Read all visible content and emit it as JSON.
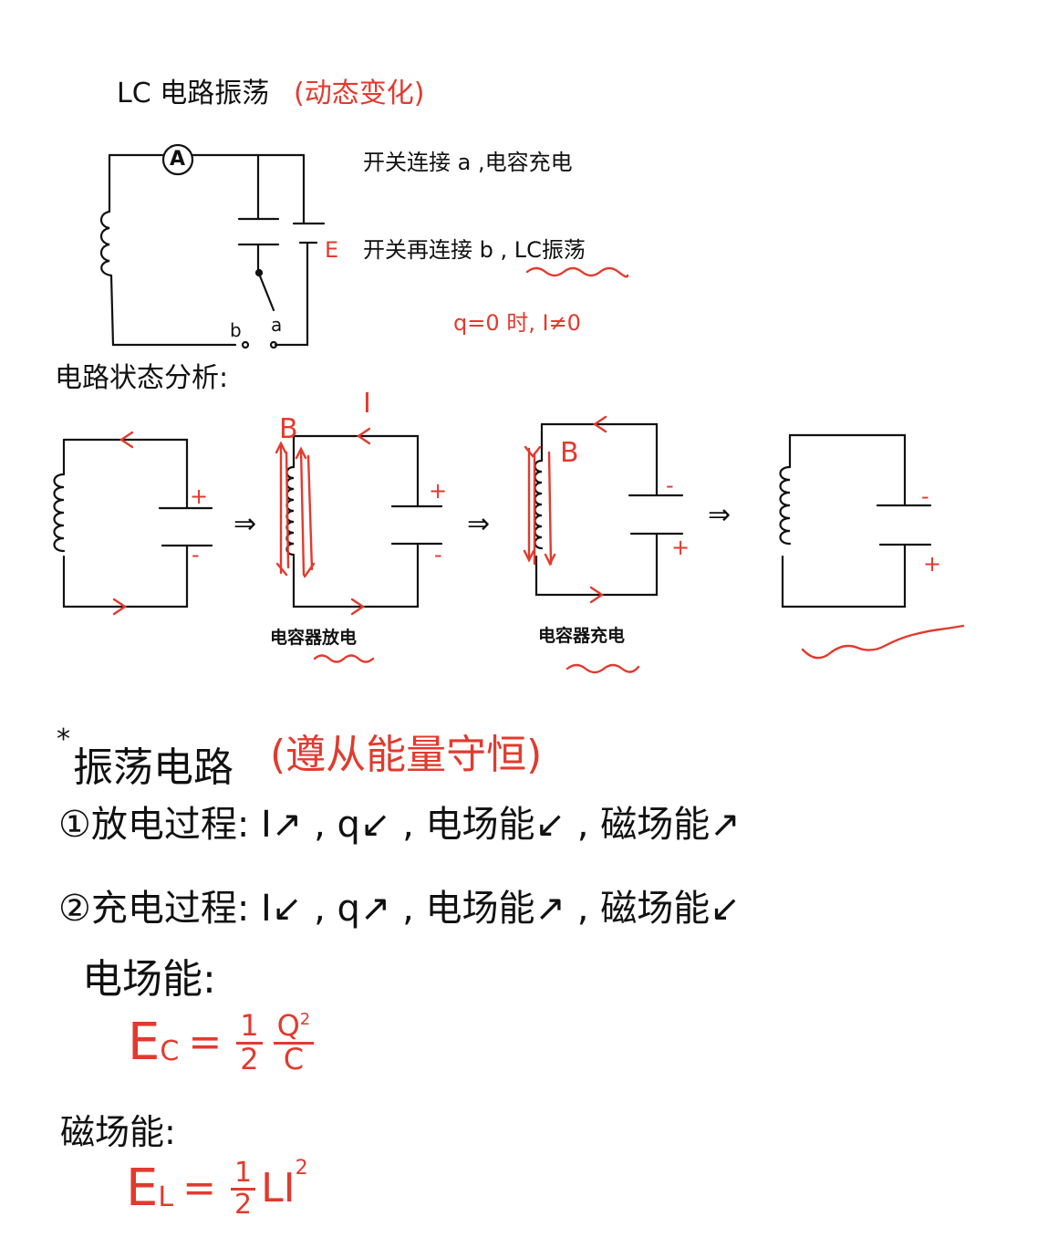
{
  "title": {
    "main": "LC 电路振荡",
    "paren": "(动态变化)"
  },
  "circuit1": {
    "ammeter": "A",
    "battery": "E",
    "terminal_b": "b",
    "terminal_a": "a"
  },
  "notes": {
    "line1": "开关连接 a ,电容充电",
    "line2": "开关再连接 b , LC振荡",
    "line3": "q=0 时, I≠0"
  },
  "analysis_heading": "电路状态分析:",
  "stages": {
    "plus": "+",
    "minus": "-",
    "arrow": "⇒",
    "b_label": "B",
    "i_label": "I",
    "discharge_caption": "电容器放电",
    "charge_caption": "电容器充电"
  },
  "oscillation": {
    "star": "*",
    "heading": "振荡电路",
    "paren": "(遵从能量守恒)",
    "discharge": "①放电过程: I↗ , q↙ , 电场能↙ , 磁场能↗",
    "charge": "②充电过程: I↙ , q↗ , 电场能↗ , 磁场能↙"
  },
  "electric_energy": {
    "label": "电场能:",
    "lhs": "E",
    "lhs_sub": "C",
    "eq": "=",
    "num": "1",
    "den": "2",
    "q_num": "Q",
    "q_sup": "2",
    "q_den": "C"
  },
  "magnetic_energy": {
    "label": "磁场能:",
    "lhs": "E",
    "lhs_sub": "L",
    "eq": "=",
    "num": "1",
    "den": "2",
    "rest": "LI",
    "sup": "2"
  },
  "colors": {
    "ink": "#111111",
    "red": "#e23a2e",
    "paper": "#ffffff"
  }
}
